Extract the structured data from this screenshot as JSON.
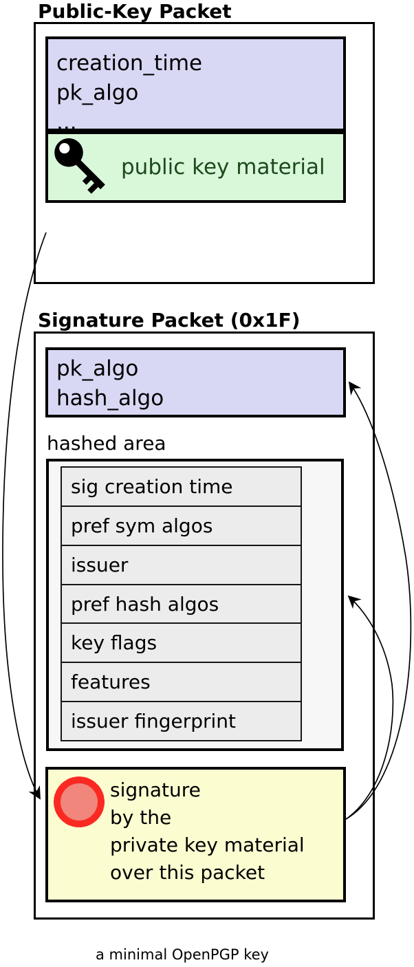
{
  "colors": {
    "field-bg": "#d8d8f4",
    "material-bg": "#d9f8d9",
    "material-text": "#1d4a1d",
    "hashed-bg": "#f7f7f7",
    "rows-bg": "#ececec",
    "signature-bg": "#fcfcd1",
    "seal-ring": "#fa2a22",
    "seal-fill": "#f0867c",
    "outline": "#000000"
  },
  "public_key_packet": {
    "title": "Public-Key Packet",
    "fields": [
      "creation_time",
      "pk_algo",
      "..."
    ],
    "material_label": "public key material"
  },
  "signature_packet": {
    "title": "Signature Packet (0x1F)",
    "fields": [
      "pk_algo",
      "hash_algo"
    ],
    "hashed_area_label": "hashed area",
    "subpackets": [
      "sig creation time",
      "pref sym algos",
      "issuer",
      "pref hash algos",
      "key flags",
      "features",
      "issuer fingerprint"
    ],
    "signature_lines": [
      "signature",
      "by the",
      "private key material",
      "over this packet"
    ]
  },
  "caption": "a minimal OpenPGP key"
}
